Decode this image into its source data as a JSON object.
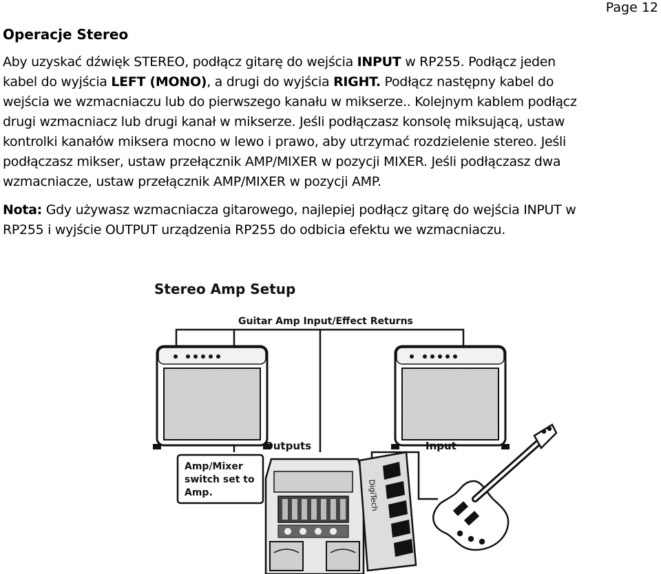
{
  "page_number": "Page 12",
  "heading": "Operacje Stereo",
  "paragraph1": {
    "line1_a": "Aby uzyskać dźwięk STEREO, podłącz gitarę do wejścia ",
    "line1_b": "INPUT",
    "line1_c": " w RP255. Podłącz jeden",
    "line2_a": "kabel do wyjścia ",
    "line2_b": "LEFT (MONO)",
    "line2_c": ", a drugi do wyjścia ",
    "line2_d": "RIGHT.",
    "line2_e": " Podłącz następny kabel do",
    "line3": "wejścia we wzmacniaczu lub do pierwszego kanału w mikserze.. Kolejnym kablem podłącz",
    "line4": "drugi wzmacniacz lub drugi kanał w mikserze. Jeśli podłączasz konsolę miksującą, ustaw",
    "line5": "kontrolki kanałów miksera mocno w lewo i prawo, aby utrzymać rozdzielenie stereo. Jeśli",
    "line6": "podłączasz mikser, ustaw przełącznik AMP/MIXER w pozycji MIXER. Jeśli podłączasz dwa",
    "line7": "wzmacniacze, ustaw przełącznik AMP/MIXER w pozycji AMP."
  },
  "paragraph2": {
    "label": "Nota:",
    "line1": " Gdy używasz wzmacniacza gitarowego, najlepiej podłącz gitarę do wejścia INPUT w",
    "line2": "RP255 i wyjście OUTPUT urządzenia RP255 do odbicia efektu we wzmacniaczu."
  },
  "figure": {
    "title": "Stereo Amp Setup",
    "returns_label": "Guitar Amp Input/Effect Returns",
    "outputs_label": "Outputs",
    "input_label": "Input",
    "switch_note_line1": "Amp/Mixer",
    "switch_note_line2": "switch set to",
    "switch_note_line3": "Amp.",
    "pedal_brand": "DigiTech"
  }
}
